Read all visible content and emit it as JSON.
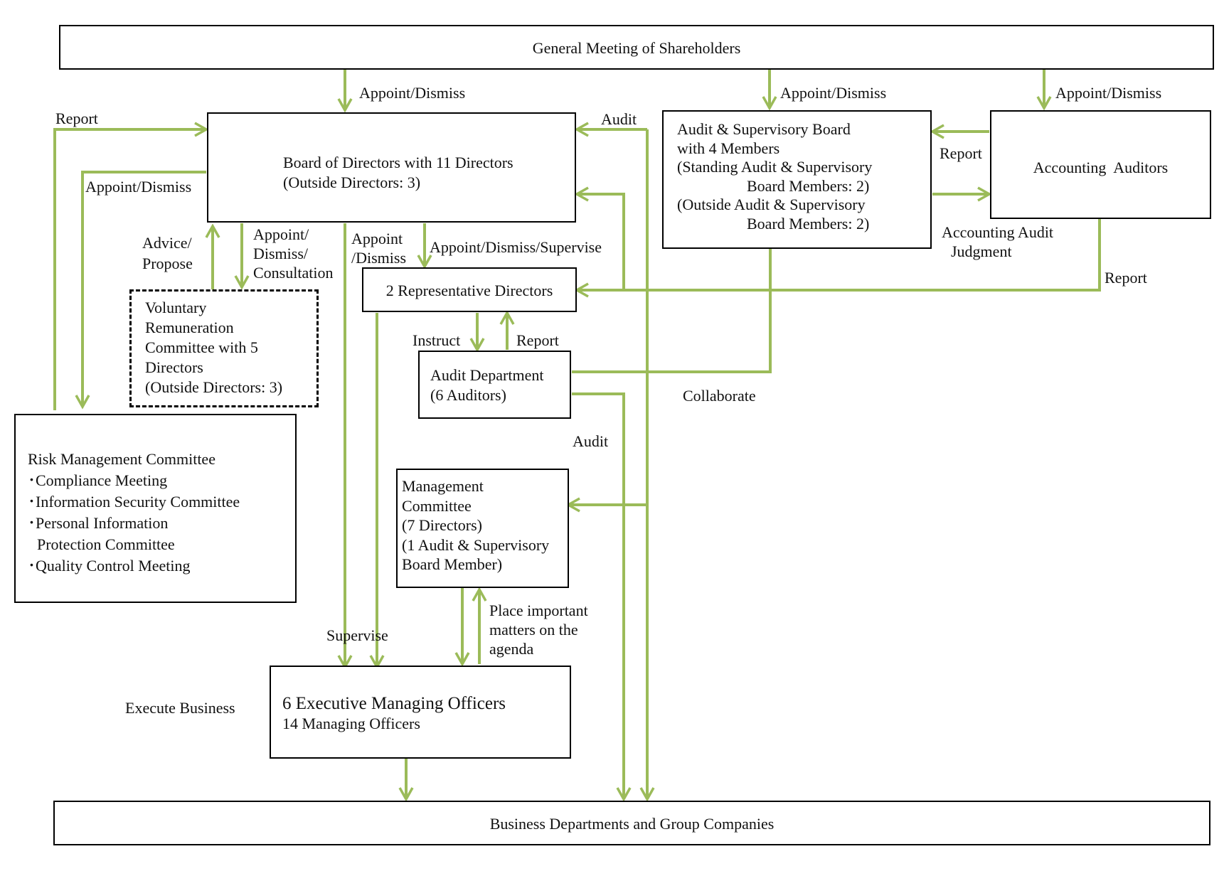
{
  "colors": {
    "connector": "#9bbb59",
    "border": "#000000"
  },
  "boxes": {
    "shareholders": "General Meeting of Shareholders",
    "board": {
      "line1": "Board of Directors with 11 Directors",
      "line2": "(Outside Directors: 3)"
    },
    "asb": {
      "line1": "Audit & Supervisory Board",
      "line2": "with 4 Members",
      "line3": "(Standing Audit & Supervisory",
      "line4": "Board Members: 2)",
      "line5": "(Outside Audit & Supervisory",
      "line6": "Board Members: 2)"
    },
    "accounting": "Accounting  Auditors",
    "reps": "2 Representative Directors",
    "voluntary": {
      "line1": "Voluntary",
      "line2": "Remuneration",
      "line3": "Committee with 5",
      "line4": "Directors",
      "line5": "(Outside Directors: 3)"
    },
    "auditdept": {
      "line1": "Audit Department",
      "line2": "(6 Auditors)"
    },
    "risk": {
      "title": "Risk Management Committee",
      "item1": "･Compliance Meeting",
      "item2": "･Information Security Committee",
      "item3a": "･Personal Information",
      "item3b": "Protection Committee",
      "item4": "･Quality Control Meeting"
    },
    "mgmt": {
      "line1": "Management",
      "line2": "Committee",
      "line3": "(7 Directors)",
      "line4": "(1 Audit & Supervisory",
      "line5": "Board Member)"
    },
    "exec": {
      "line1": "6 Executive Managing Officers",
      "line2": "14 Managing Officers"
    },
    "business": "Business Departments and Group Companies"
  },
  "labels": {
    "appoint_dismiss_1": "Appoint/Dismiss",
    "appoint_dismiss_2": "Appoint/Dismiss",
    "appoint_dismiss_3": "Appoint/Dismiss",
    "report_left": "Report",
    "appoint_dismiss_left": "Appoint/Dismiss",
    "audit_top": "Audit",
    "report_accounting": "Report",
    "accounting_judgment": {
      "line1": "Accounting Audit",
      "line2": "Judgment"
    },
    "report_right": "Report",
    "advice_propose": {
      "line1": "Advice/",
      "line2": "Propose"
    },
    "appoint_consult": {
      "line1": "Appoint/",
      "line2": "Dismiss/",
      "line3": "Consultation"
    },
    "appoint_dismiss_mid": {
      "line1": "Appoint",
      "line2": "/Dismiss"
    },
    "appoint_supervise": "Appoint/Dismiss/Supervise",
    "instruct": "Instruct",
    "report_audit_dept": "Report",
    "collaborate": "Collaborate",
    "audit_mid": "Audit",
    "place_agenda": {
      "line1": "Place important",
      "line2": "matters on the",
      "line3": "agenda"
    },
    "supervise": "Supervise",
    "execute": "Execute Business"
  }
}
